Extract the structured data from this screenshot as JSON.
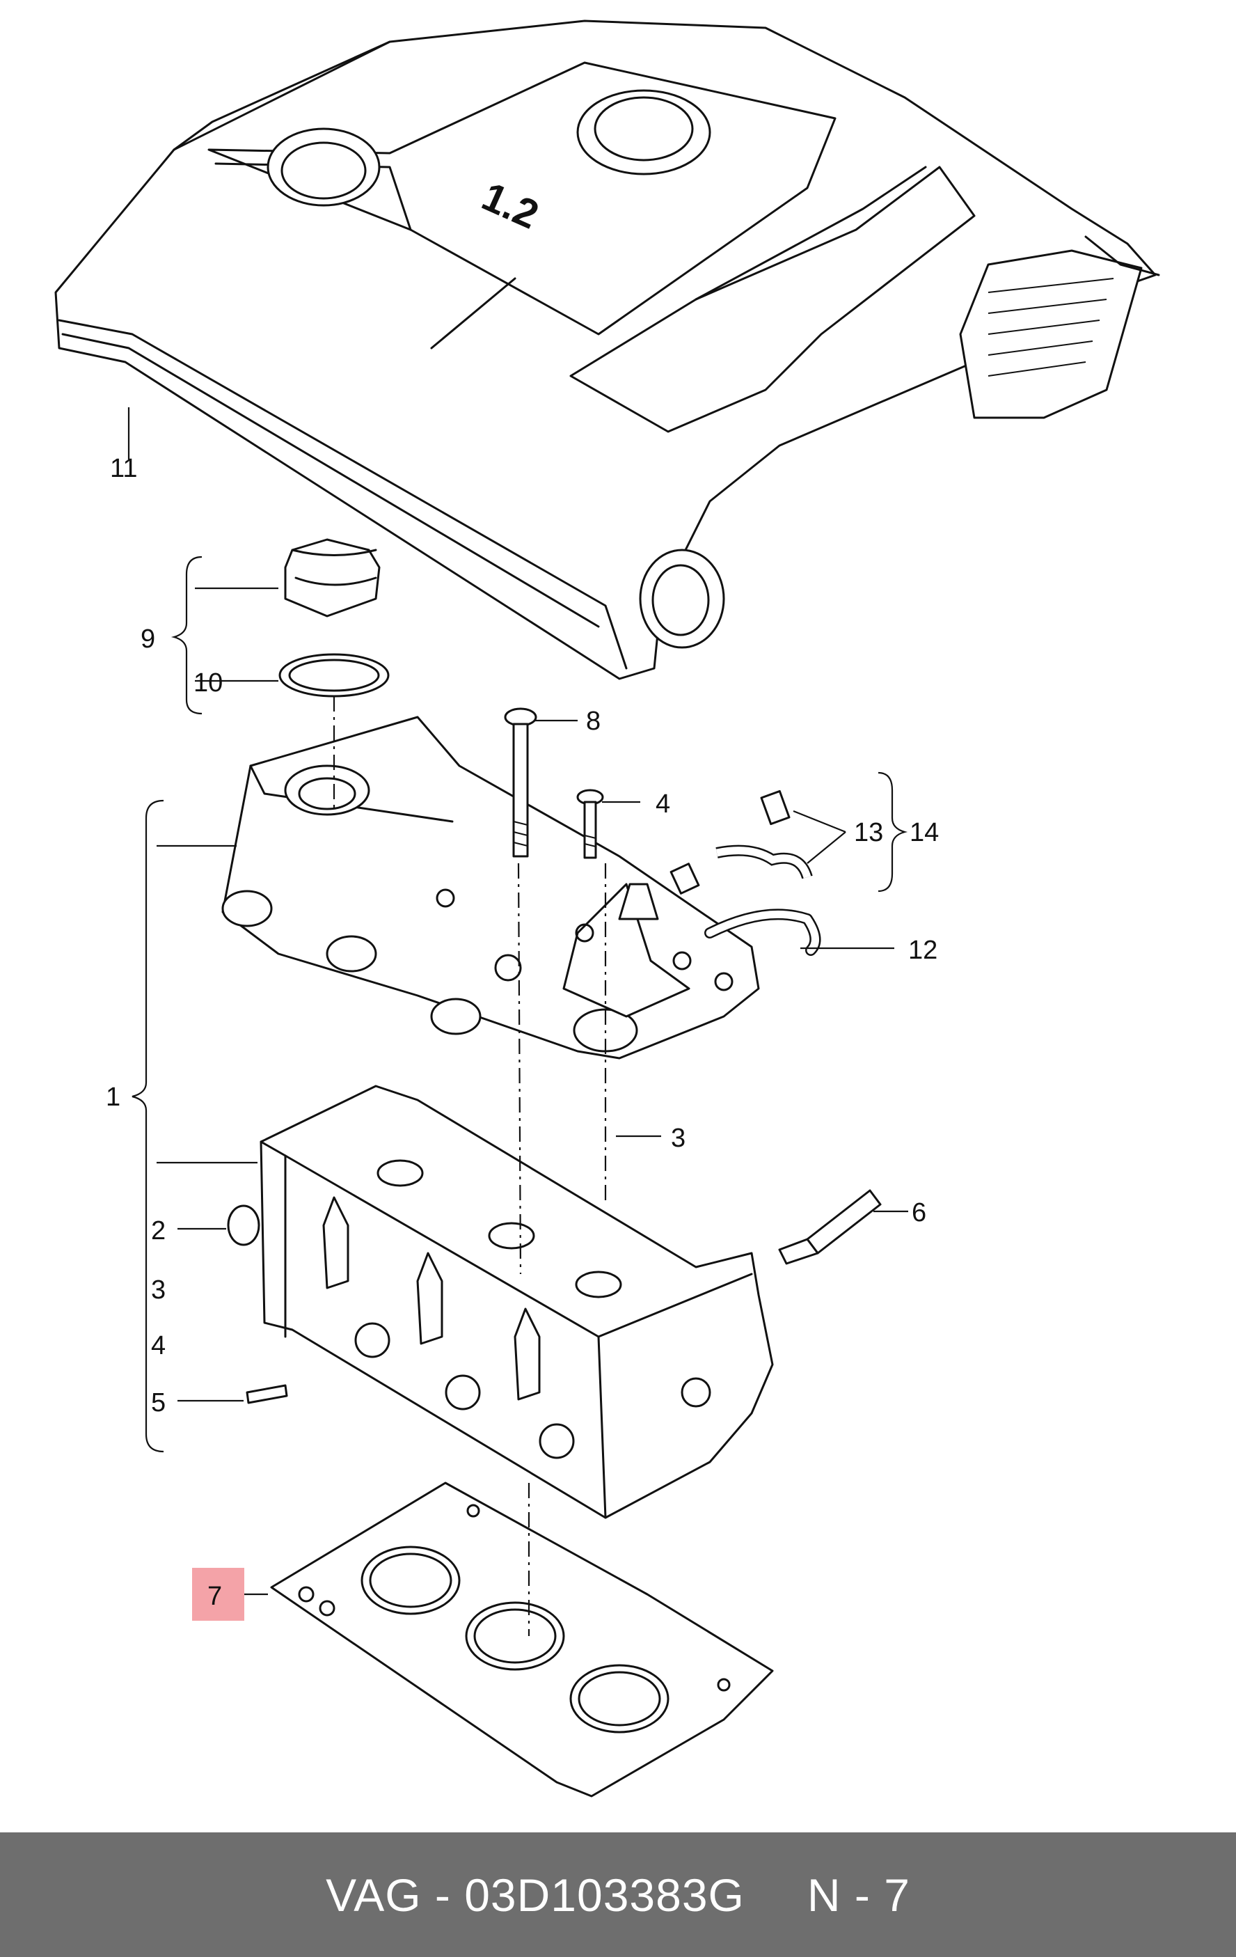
{
  "diagram": {
    "cover_badge": "1.2",
    "labels": {
      "p1": "1",
      "p2": "2",
      "p3_left": "3",
      "p3_right": "3",
      "p4_left": "4",
      "p4_right": "4",
      "p5": "5",
      "p6": "6",
      "p7": "7",
      "p8": "8",
      "p9": "9",
      "p10": "10",
      "p11": "11",
      "p12": "12",
      "p13": "13",
      "p14": "14"
    },
    "highlight_color": "#f4a3a8"
  },
  "footer": {
    "part_ref": "VAG - 03D103383G",
    "position_ref": "N - 7",
    "background": "#6e6e6e"
  }
}
